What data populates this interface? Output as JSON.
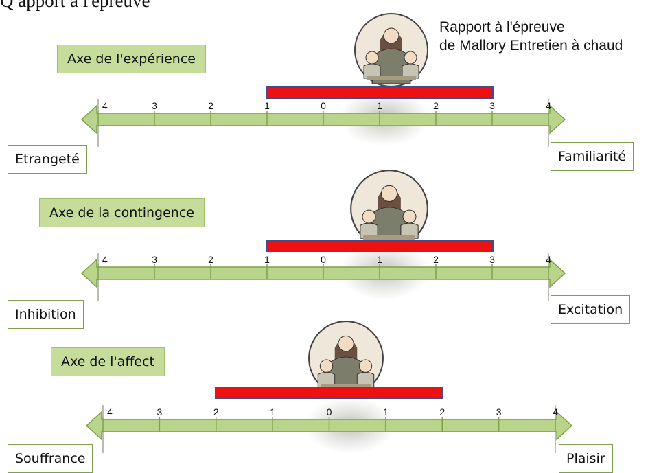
{
  "header": {
    "cut_title": "Q                         apport à l'épreuve",
    "caption_line1": "Rapport à l'épreuve",
    "caption_line2": "de Mallory Entretien à chaud"
  },
  "axes": [
    {
      "title": "Axe de l'expérience",
      "left_label": "Etrangeté",
      "right_label": "Familiarité",
      "tick_labels": [
        "4",
        "3",
        "2",
        "1",
        "0",
        "1",
        "2",
        "3",
        "4"
      ],
      "range_bar": {
        "from": -1,
        "to": 3
      }
    },
    {
      "title": "Axe de la contingence",
      "left_label": "Inhibition",
      "right_label": "Excitation",
      "tick_labels": [
        "4",
        "3",
        "2",
        "1",
        "0",
        "1",
        "2",
        "3",
        "4"
      ],
      "range_bar": {
        "from": -1,
        "to": 3
      }
    },
    {
      "title": "Axe de l'affect",
      "left_label": "Souffrance",
      "right_label": "Plaisir",
      "tick_labels": [
        "4",
        "3",
        "2",
        "1",
        "0",
        "1",
        "2",
        "3",
        "4"
      ],
      "range_bar": {
        "from": -2,
        "to": 2
      }
    }
  ],
  "colors": {
    "axis_fill": "#b9d58c",
    "axis_stroke": "#7ea04a",
    "bar_fill": "#ee1111",
    "bar_border": "#3d4e8a",
    "title_fill": "#c5dc9b"
  },
  "icons": [
    "teacher-with-children-illustration"
  ]
}
